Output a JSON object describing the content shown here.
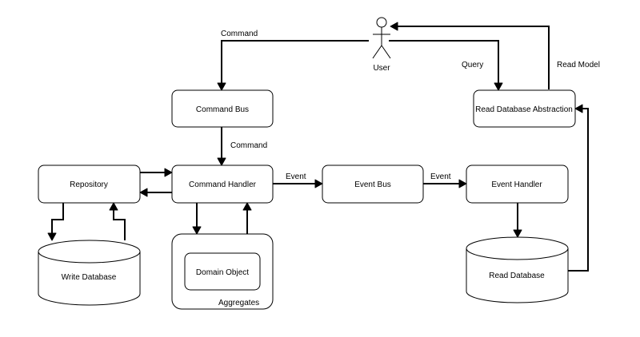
{
  "user": {
    "label": "User"
  },
  "nodes": {
    "command_bus": "Command Bus",
    "read_db_abstraction": "Read Database Abstraction",
    "repository": "Repository",
    "command_handler": "Command Handler",
    "event_bus": "Event Bus",
    "event_handler": "Event Handler",
    "write_database": "Write Database",
    "domain_object": "Domain Object",
    "aggregates": "Aggregates",
    "read_database": "Read Database"
  },
  "edges": {
    "user_to_command_bus": "Command",
    "user_to_read_abstraction": "Query",
    "read_abstraction_to_user": "Read Model",
    "command_bus_to_handler": "Command",
    "handler_to_event_bus": "Event",
    "event_bus_to_event_handler": "Event"
  }
}
